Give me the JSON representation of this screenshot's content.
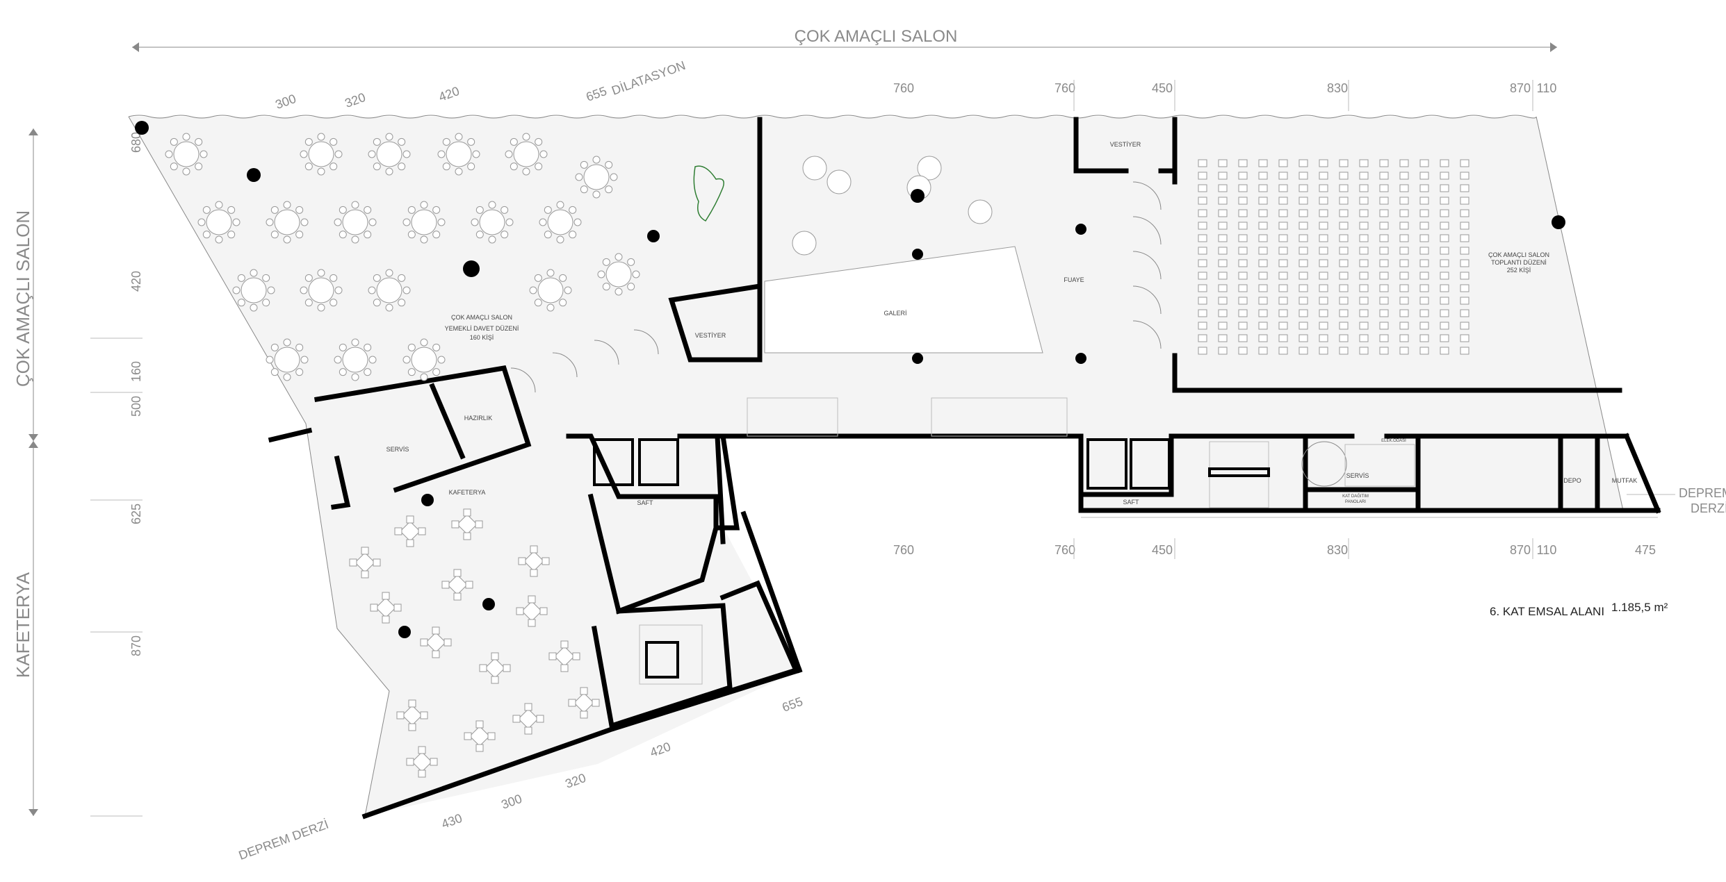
{
  "title_top": "ÇOK AMAÇLI SALON",
  "side_labels": {
    "top": "ÇOK AMAÇLI SALON",
    "bottom": "KAFETERYA"
  },
  "dilatasyon": "DİLATASYON",
  "deprem_bottom": "DEPREM DERZİ",
  "deprem_right": {
    "line1": "DEPREM",
    "line2": "DERZİ"
  },
  "dims_top_left": [
    "300",
    "320",
    "420",
    "655"
  ],
  "dims_top_right": [
    "760",
    "760",
    "450",
    "830",
    "870",
    "110"
  ],
  "dims_mid": [
    "760",
    "760",
    "450",
    "830",
    "870",
    "110",
    "475"
  ],
  "dims_left": [
    "680",
    "420",
    "160",
    "500",
    "625",
    "870"
  ],
  "dims_bottom": [
    "430",
    "300",
    "320",
    "420",
    "655"
  ],
  "rooms": {
    "salon_banquet": [
      "ÇOK AMAÇLI SALON",
      "YEMEKLİ DAVET DÜZENİ",
      "160 KİŞİ"
    ],
    "salon_meeting": [
      "ÇOK AMAÇLI SALON",
      "TOPLANTI DÜZENİ",
      "252 KİŞİ"
    ],
    "vestiyer_left": "VESTİYER",
    "vestiyer_right": "VESTİYER",
    "galeri": "GALERİ",
    "fuaye": "FUAYE",
    "servis_left": "SERVİS",
    "hazirlik": "HAZIRLIK",
    "kafeterya": "KAFETERYA",
    "saft_left": "SAFT",
    "saft_right": "SAFT",
    "servis_right": "SERVİS",
    "kat_dagitim": [
      "KAT DAĞITIM",
      "PANOLARI"
    ],
    "depo": "DEPO",
    "mutfak": "MUTFAK",
    "small_tag": "ELEK.ODASI"
  },
  "area": {
    "label": "6. KAT EMSAL ALANI",
    "value": "1.185,5 m²"
  },
  "colors": {
    "wall": "#000000",
    "floor": "#f4f4f4",
    "dim": "#8a8a8a",
    "plant": "#2e7d32"
  }
}
